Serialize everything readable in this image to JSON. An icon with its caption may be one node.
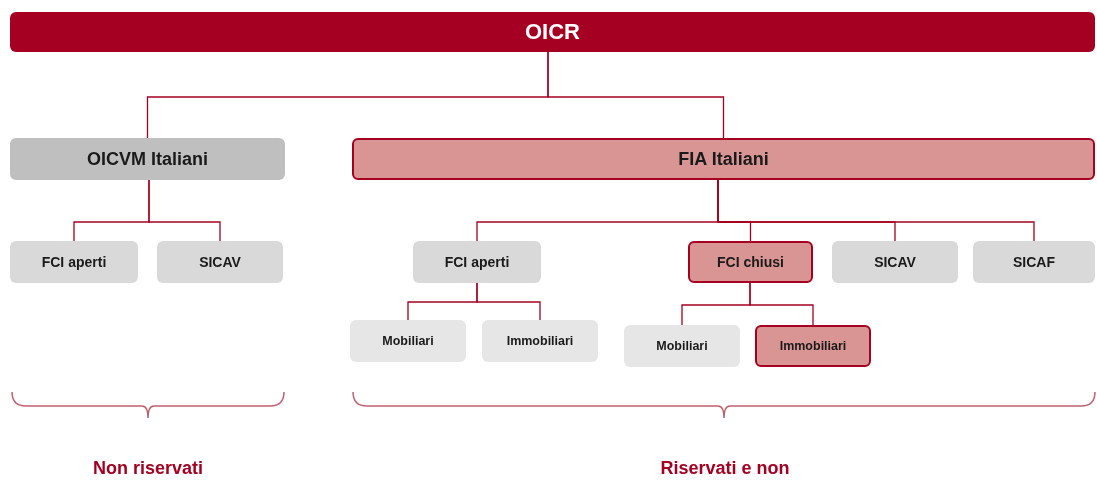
{
  "diagram": {
    "nodes": [
      {
        "text": [
          "OICR"
        ]
      },
      {
        "text": [
          "OICVM Italiani"
        ]
      },
      {
        "text": [
          "FIA Italiani"
        ]
      },
      {
        "text": [
          "FCI aperti"
        ]
      },
      {
        "text": [
          "SICAV"
        ]
      },
      {
        "text": [
          "FCI aperti"
        ]
      },
      {
        "text": [
          "FCI chiusi"
        ]
      },
      {
        "text": [
          "SICAV"
        ]
      },
      {
        "text": [
          "SICAF"
        ]
      },
      {
        "text": [
          "Mobiliari"
        ]
      },
      {
        "text": [
          "Immobiliari"
        ]
      },
      {
        "text": [
          "Mobiliari"
        ]
      },
      {
        "text": [
          "Immobiliari"
        ]
      }
    ],
    "edges": [
      {
        "from": 0,
        "to": 1,
        "arrow": "none"
      },
      {
        "from": 0,
        "to": 2,
        "arrow": "none"
      },
      {
        "from": 1,
        "to": 3,
        "arrow": "none"
      },
      {
        "from": 1,
        "to": 4,
        "arrow": "none"
      },
      {
        "from": 2,
        "to": 5,
        "arrow": "none"
      },
      {
        "from": 2,
        "to": 6,
        "arrow": "none"
      },
      {
        "from": 2,
        "to": 7,
        "arrow": "none"
      },
      {
        "from": 2,
        "to": 8,
        "arrow": "none"
      },
      {
        "from": 5,
        "to": 9,
        "arrow": "none"
      },
      {
        "from": 5,
        "to": 10,
        "arrow": "none"
      },
      {
        "from": 6,
        "to": 11,
        "arrow": "none"
      },
      {
        "from": 6,
        "to": 12,
        "arrow": "none"
      }
    ],
    "labels": [
      "Non riservati",
      "Riservati e non"
    ]
  }
}
